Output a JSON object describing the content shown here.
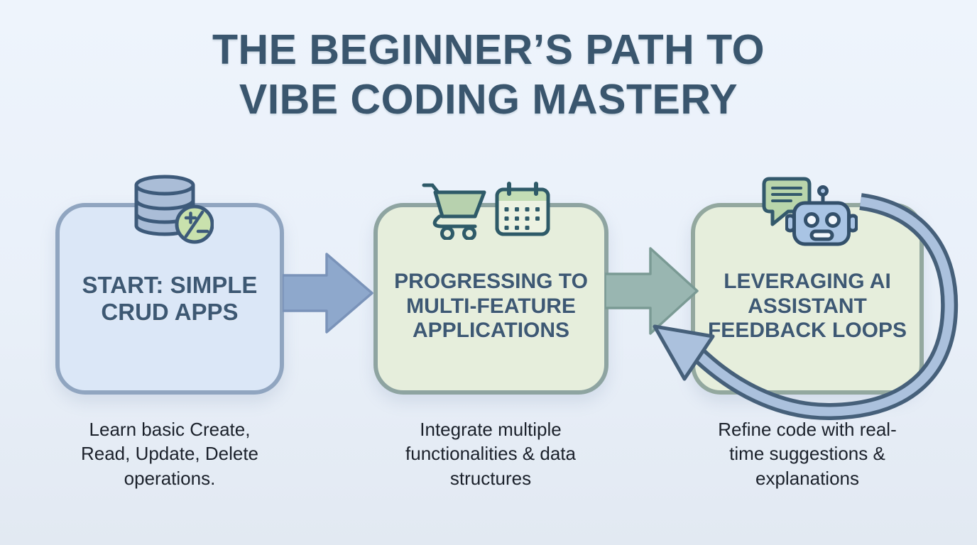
{
  "title": {
    "line1": "THE BEGINNER’S PATH TO",
    "line2": "VIBE CODING MASTERY"
  },
  "steps": [
    {
      "heading": "START: SIMPLE CRUD APPS",
      "description": "Learn basic Create, Read, Update, Delete operations.",
      "icons": [
        "database-icon",
        "plus-minus-badge-icon"
      ]
    },
    {
      "heading": "PROGRESSING TO MULTI-FEATURE APPLICATIONS",
      "description": "Integrate multiple functionalities & data structures",
      "icons": [
        "shopping-cart-icon",
        "calendar-icon"
      ]
    },
    {
      "heading": "LEVERAGING AI ASSISTANT FEEDBACK LOOPS",
      "description": "Refine code with real-time suggestions & explanations",
      "icons": [
        "chat-bubble-icon",
        "robot-icon"
      ]
    }
  ],
  "connectors": [
    {
      "name": "arrow-step1-to-step2",
      "direction": "right"
    },
    {
      "name": "arrow-step2-to-step3",
      "direction": "right"
    },
    {
      "name": "feedback-loop-arrow",
      "direction": "loop-back"
    }
  ],
  "colors": {
    "bg-top": "#eef4fc",
    "bg-mid": "#e9f0f9",
    "bg-bottom": "#e2e9f2",
    "title-color": "#3a566e",
    "heading-color": "#3d5873",
    "desc-color": "#1b212b",
    "box1-fill": "#dbe7f7",
    "box1-border": "#90a5c0",
    "box2-fill": "#e6eedc",
    "box2-border": "#8ea4a1",
    "box3-fill": "#e6eedc",
    "box3-border": "#93a89f",
    "arrow1-fill": "#8ea8cc",
    "arrow1-stroke": "#7a93b9",
    "arrow2-fill": "#99b6b1",
    "arrow2-stroke": "#7a9a94",
    "loop-fill": "#abc1dd",
    "loop-stroke": "#46607a",
    "icon-blue-fill": "#aabdd7",
    "icon-blue-stroke": "#3d5a7a",
    "badge-fill": "#c9e1ad",
    "icon-green-fill": "#b7d1ae",
    "icon-green-stroke": "#2e5a68",
    "calendar-fill": "#ecf2e2",
    "calendar-band": "#c3ddb5",
    "bubble-fill": "#b9d5ab",
    "bubble-stroke": "#33596c",
    "robot-fill": "#a9c4e4",
    "robot-stroke": "#33506b",
    "robot-face": "#f2f7fc"
  }
}
